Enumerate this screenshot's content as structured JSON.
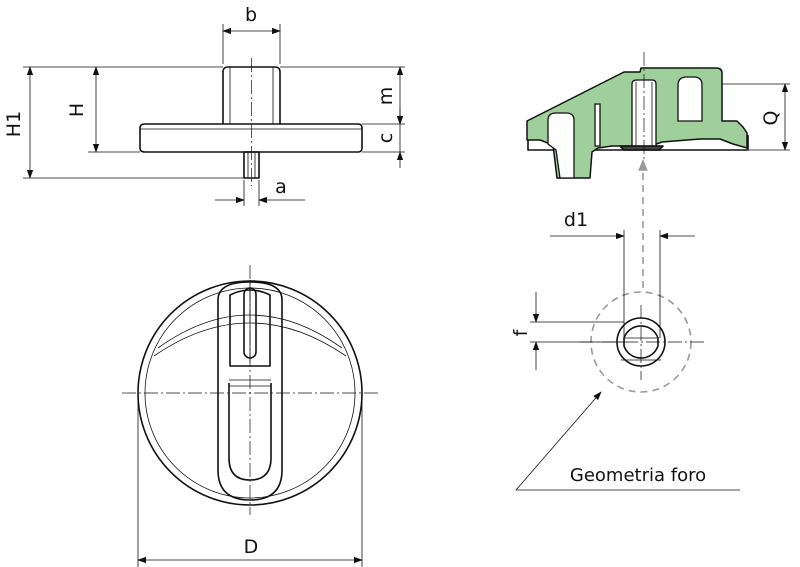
{
  "dimensions": {
    "b": "b",
    "H1": "H1",
    "H": "H",
    "m": "m",
    "c": "c",
    "a": "a",
    "Q": "Q",
    "d1": "d1",
    "f": "f",
    "D": "D"
  },
  "note": "Geometria foro",
  "colors": {
    "section_fill": "#9fcf9b",
    "line": "#111111",
    "leader_arrow": "#9a9a9a"
  }
}
